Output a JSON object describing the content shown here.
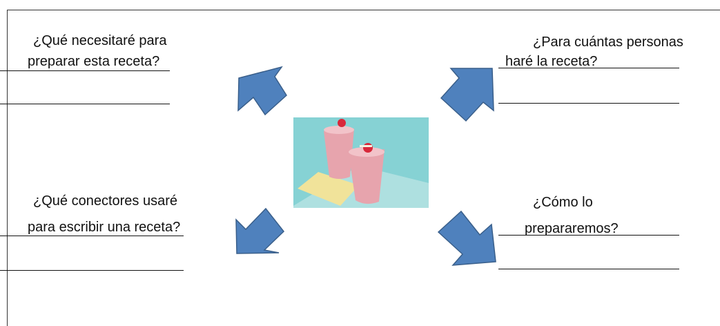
{
  "questions": {
    "top_left": [
      "¿Qué necesitaré para",
      "preparar esta receta?"
    ],
    "top_right": [
      "¿Para cuántas personas",
      "haré la receta?"
    ],
    "bottom_left": [
      "¿Qué conectores usaré",
      "para escribir una receta?"
    ],
    "bottom_right": [
      "¿Cómo lo",
      "prepararemos?"
    ]
  },
  "image": {
    "subject": "strawberry smoothie glasses"
  },
  "colors": {
    "arrow_fill": "#4f81bd",
    "arrow_stroke": "#3a5f8a",
    "photo_background": "#86d2d4",
    "smoothie": "#e7a4ad",
    "strawberry": "#d8283a",
    "napkin": "#f1e39a"
  }
}
